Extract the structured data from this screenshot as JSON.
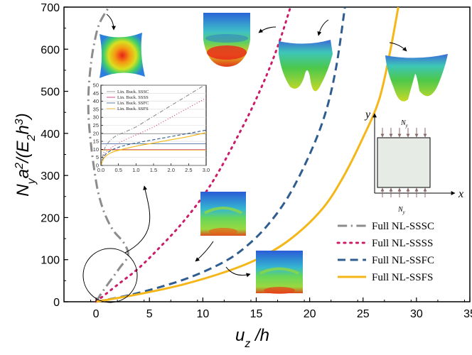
{
  "chart_data": [
    {
      "type": "line",
      "title": "",
      "xlabel": "u_z /h",
      "ylabel": "N_y a^2/(E_2 h^3)",
      "xlim": [
        -3,
        35
      ],
      "ylim": [
        0,
        700
      ],
      "xticks": [
        "0",
        "5",
        "10",
        "15",
        "20",
        "25",
        "30",
        "35"
      ],
      "yticks": [
        "0",
        "100",
        "200",
        "300",
        "400",
        "500",
        "600",
        "700"
      ],
      "grid": false,
      "legend_position": "bottom-right",
      "series": [
        {
          "name": "Full NL-SSSC",
          "color": "#8c8c8c",
          "dash": "dashdot",
          "x": [
            0,
            0.5,
            1.2,
            2.2,
            3.0,
            2.6,
            1.6,
            0.8,
            0.2,
            -0.2,
            -0.5,
            -0.7,
            -0.7,
            -0.5,
            -0.2,
            0.3,
            1.2
          ],
          "y": [
            0,
            20,
            45,
            80,
            110,
            140,
            170,
            210,
            260,
            320,
            380,
            440,
            500,
            560,
            610,
            660,
            700
          ]
        },
        {
          "name": "Full NL-SSSS",
          "color": "#cc1c6a",
          "dash": "dot",
          "x": [
            0,
            2,
            4,
            6,
            8,
            10,
            11.5,
            13,
            14.5,
            16,
            17.2,
            18.2
          ],
          "y": [
            0,
            40,
            80,
            130,
            185,
            250,
            310,
            380,
            455,
            540,
            620,
            700
          ]
        },
        {
          "name": "Full NL-SSFC",
          "color": "#2f5d8f",
          "dash": "dash",
          "x": [
            0,
            3,
            6,
            9,
            12,
            14,
            16,
            18,
            20,
            21.5,
            22.5,
            23.3
          ],
          "y": [
            0,
            15,
            35,
            60,
            95,
            130,
            180,
            250,
            350,
            450,
            560,
            700
          ]
        },
        {
          "name": "Full NL-SSFS",
          "color": "#f5b718",
          "dash": "solid",
          "x": [
            0,
            4,
            8,
            12,
            15,
            18,
            21,
            23,
            25,
            26.5,
            27.5,
            28.3
          ],
          "y": [
            0,
            18,
            40,
            70,
            100,
            145,
            215,
            290,
            390,
            480,
            590,
            700
          ]
        }
      ]
    },
    {
      "type": "line",
      "title": "",
      "xlim": [
        0,
        3.0
      ],
      "ylim": [
        0,
        50
      ],
      "xticks": [
        "0.0",
        "0.5",
        "1.0",
        "1.5",
        "2.0",
        "2.5",
        "3.0"
      ],
      "yticks": [
        "0",
        "5",
        "10",
        "15",
        "20",
        "25",
        "30",
        "35",
        "40",
        "45",
        "50"
      ],
      "grid": true,
      "legend_position": "top-left",
      "reference_lines": [
        {
          "name": "Lin. Buck. SSSC",
          "color": "#8c8c8c",
          "y": 19.7
        },
        {
          "name": "Lin. Buck. SSSS",
          "color": "#cc1c6a",
          "y": 9.8
        },
        {
          "name": "Lin. Buck. SSFC",
          "color": "#2f5d8f",
          "y": 13.5
        },
        {
          "name": "Lin. Buck. SSFS",
          "color": "#f5b718",
          "y": 9.5
        }
      ],
      "series": [
        {
          "color": "#8c8c8c",
          "dash": "dashdot",
          "x": [
            0,
            0.1,
            0.2,
            0.4,
            0.7,
            1.0,
            1.3,
            1.6,
            1.9,
            2.2,
            2.5,
            2.8,
            2.95
          ],
          "y": [
            0,
            10,
            14,
            18,
            21,
            24,
            28,
            32,
            36,
            40,
            44,
            48,
            50
          ]
        },
        {
          "color": "#cc1c6a",
          "dash": "dot",
          "x": [
            0,
            0.1,
            0.3,
            0.6,
            1.0,
            1.5,
            2.0,
            2.5,
            3.0
          ],
          "y": [
            0,
            7,
            11,
            15,
            19,
            24,
            30,
            36,
            42
          ]
        },
        {
          "color": "#2f5d8f",
          "dash": "dash",
          "x": [
            0,
            0.1,
            0.3,
            0.6,
            1.0,
            1.5,
            2.0,
            2.5,
            3.0
          ],
          "y": [
            0,
            6,
            9.5,
            12,
            14,
            16,
            18,
            20,
            22
          ]
        },
        {
          "color": "#f5b718",
          "dash": "solid",
          "x": [
            0,
            0.1,
            0.3,
            0.6,
            1.0,
            1.5,
            2.0,
            2.5,
            3.0
          ],
          "y": [
            0,
            5,
            8,
            10,
            12,
            14,
            16,
            18,
            20.5
          ]
        }
      ]
    }
  ],
  "diagram": {
    "y_axis_label": "y",
    "x_axis_label": "x",
    "top_load_label": "N",
    "top_load_sub": "y",
    "bottom_load_label": "N",
    "bottom_load_sub": "y"
  }
}
